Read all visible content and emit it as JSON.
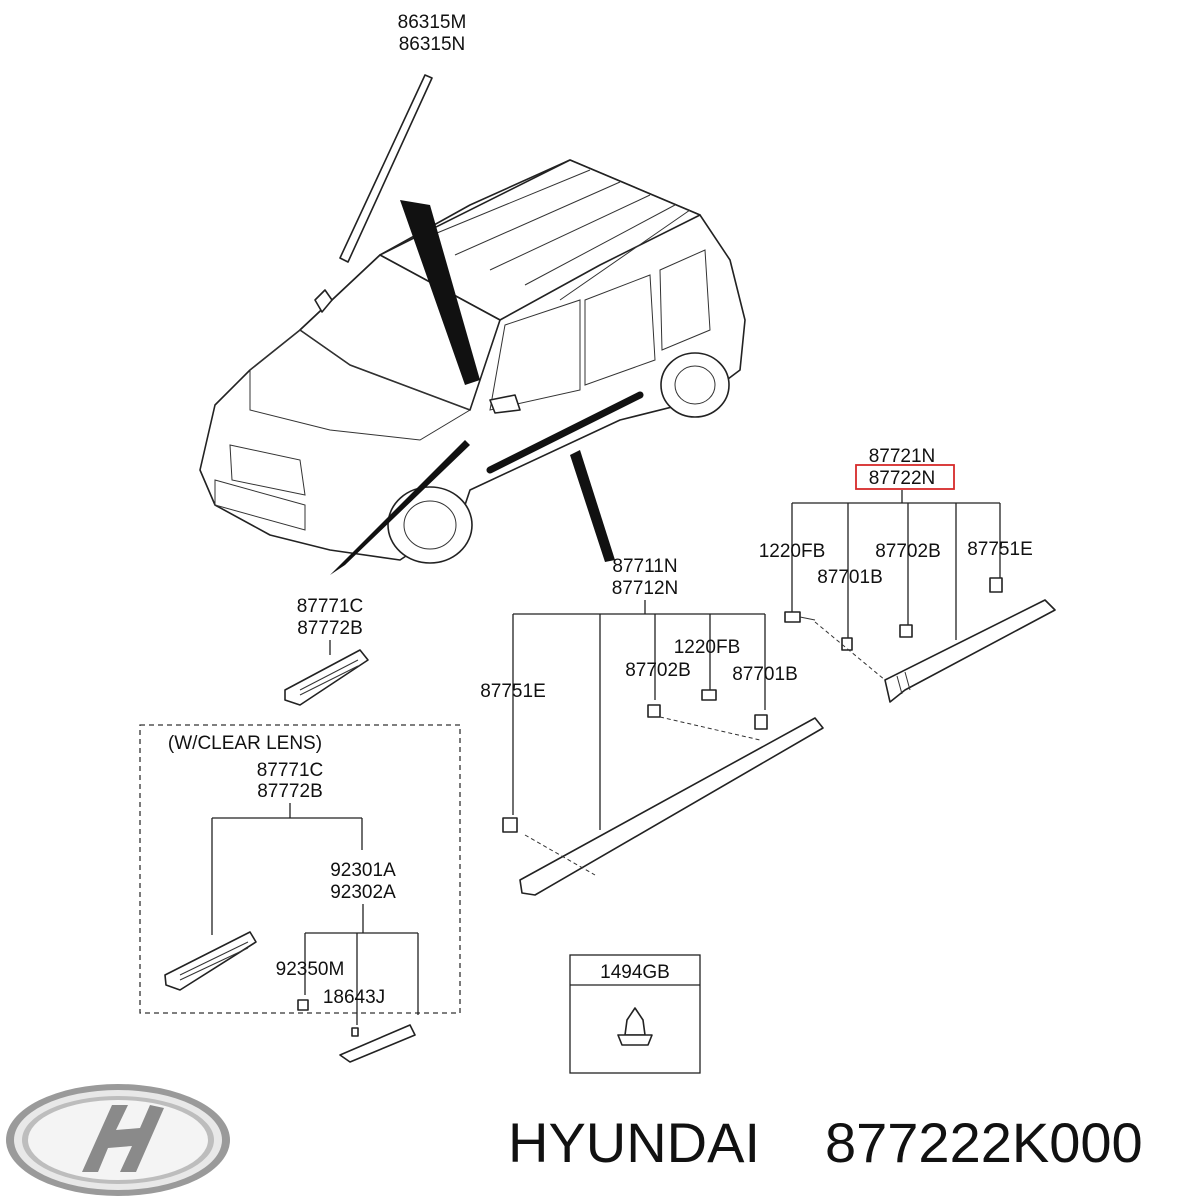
{
  "labels": {
    "pillar_a": "86315M",
    "pillar_b": "86315N",
    "rear_a": "87721N",
    "rear_b": "87722N",
    "rear_screw": "1220FB",
    "rear_clip_b": "87702B",
    "rear_clip_e": "87751E",
    "rear_clip_a": "87701B",
    "front_a": "87711N",
    "front_b": "87712N",
    "front_screw": "1220FB",
    "front_clip_b": "87702B",
    "front_clip_a": "87701B",
    "front_clip_e": "87751E",
    "repeater_a": "87771C",
    "repeater_b": "87772B",
    "lens_title": "(W/CLEAR LENS)",
    "lens_rep_a": "87771C",
    "lens_rep_b": "87772B",
    "lamp_a": "92301A",
    "lamp_b": "92302A",
    "bulb": "92350M",
    "socket": "18643J",
    "fastener": "1494GB"
  },
  "footer": {
    "brand": "HYUNDAI",
    "part_number": "877222K000"
  },
  "highlight_color": "#d62a2a",
  "logo_icon": "hyundai-logo-icon"
}
